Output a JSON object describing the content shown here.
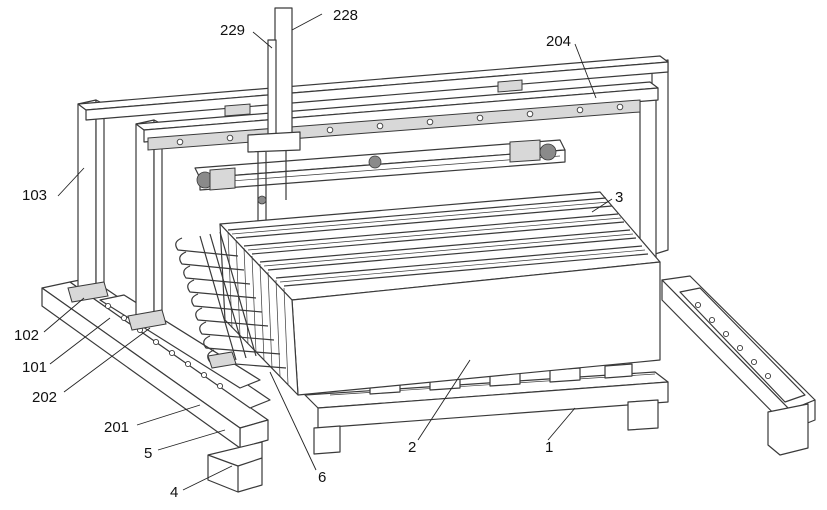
{
  "labels": [
    {
      "id": "228",
      "text": "228"
    },
    {
      "id": "229",
      "text": "229"
    },
    {
      "id": "204",
      "text": "204"
    },
    {
      "id": "103",
      "text": "103"
    },
    {
      "id": "3",
      "text": "3"
    },
    {
      "id": "102",
      "text": "102"
    },
    {
      "id": "101",
      "text": "101"
    },
    {
      "id": "202",
      "text": "202"
    },
    {
      "id": "201",
      "text": "201"
    },
    {
      "id": "5",
      "text": "5"
    },
    {
      "id": "4",
      "text": "4"
    },
    {
      "id": "6",
      "text": "6"
    },
    {
      "id": "2",
      "text": "2"
    },
    {
      "id": "1",
      "text": "1"
    }
  ]
}
